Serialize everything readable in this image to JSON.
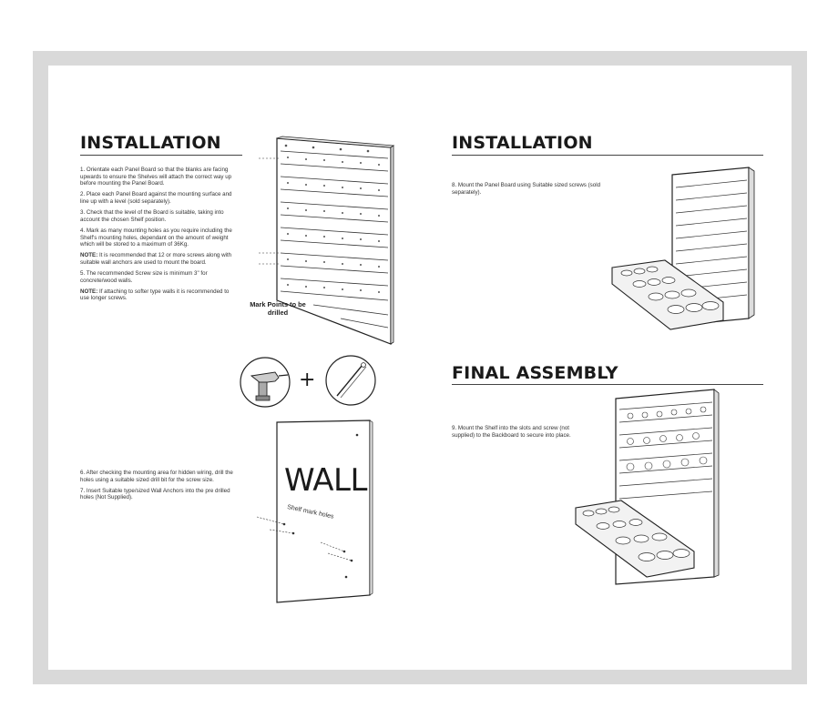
{
  "left_page": {
    "heading": "INSTALLATION",
    "steps_a": [
      "1. Orientate each Panel Board so that the blanks are facing upwards to ensure the Shelves will attach the correct way up before mounting the Panel Board.",
      "2. Place each Panel Board against the mounting surface and line up with a level (sold separately).",
      "3. Check that the level of the Board is suitable, taking into account the chosen Shelf position.",
      "4. Mark as many mounting holes as you require including the Shelf's mounting holes, dependant on the amount of weight which will be stored to a maximum of 36Kg."
    ],
    "note1_label": "NOTE:",
    "note1_text": " It is recommended that 12 or more screws along with suitable wall anchors are used to mount the board.",
    "step5": "5. The recommended Screw size is minimum 3\" for concrete/wood walls.",
    "note2_label": "NOTE:",
    "note2_text": " If attaching to softer type walls it is recommended to use longer screws.",
    "mark_points_label": "Mark Points to be drilled",
    "plus_sign": "+",
    "steps_b": [
      "6. After checking the mounting area for hidden wiring, drill the holes using a suitable sized drill bit for the screw size.",
      "7. Insert Suitable type/sized Wall Anchors into the pre drilled holes (Not Supplied)."
    ],
    "wall_text": "WALL",
    "wall_subtext": "Shelf mark holes"
  },
  "right_page": {
    "heading": "INSTALLATION",
    "step8": "8. Mount the Panel Board using Suitable sized screws (sold separately).",
    "heading2": "FINAL ASSEMBLY",
    "step9": "9. Mount the Shelf into the slots and screw (not supplied) to the Backboard to secure into place."
  },
  "colors": {
    "frame": "#d9d9d9",
    "sheet": "#ffffff",
    "ink": "#222222"
  }
}
